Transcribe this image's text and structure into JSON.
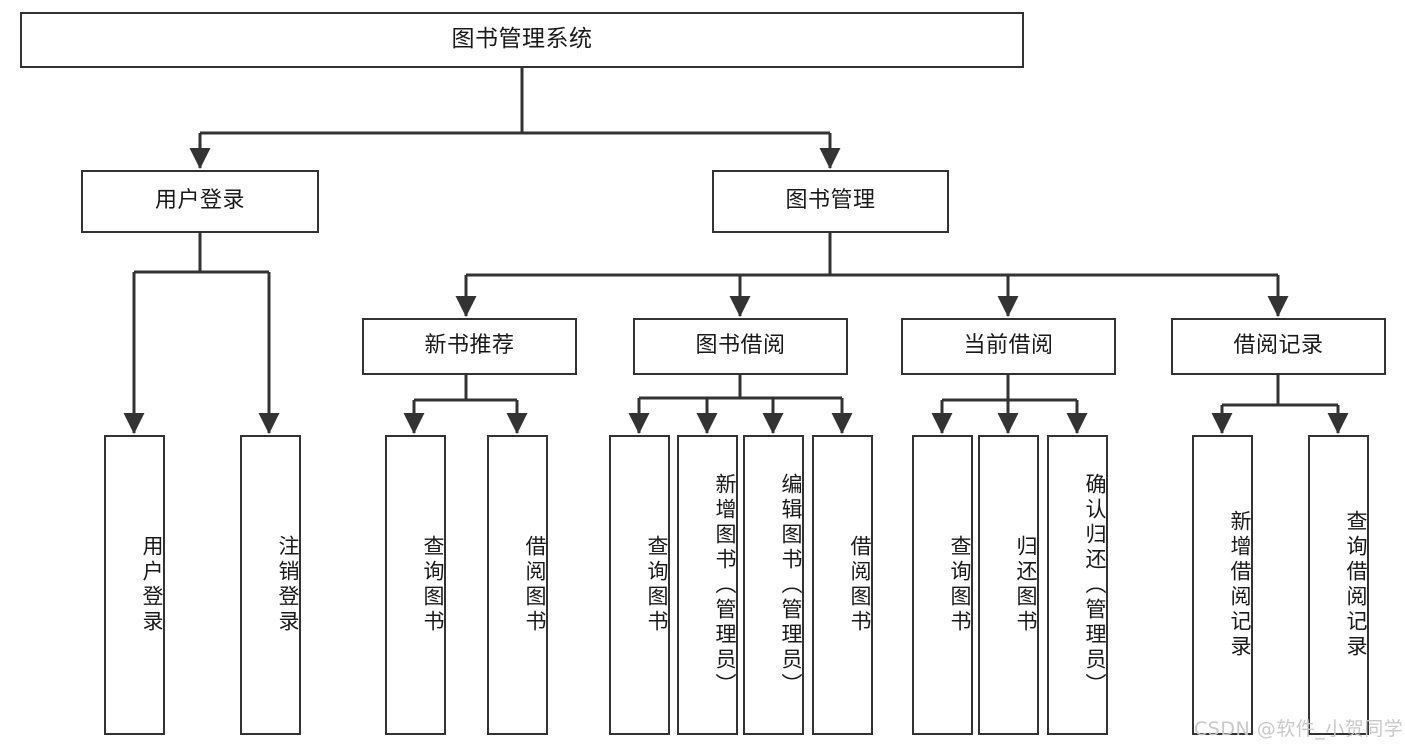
{
  "diagram": {
    "type": "tree-hierarchy",
    "title": "图书管理系统",
    "watermark": "CSDN @软件_小贺同学",
    "colors": {
      "box_border": "#333333",
      "box_fill": "#ffffff",
      "edge": "#333333",
      "text": "#1a1a1a",
      "watermark": "#c9c9c9",
      "background": "#ffffff"
    },
    "levels": {
      "root": "图书管理系统",
      "level1": [
        "用户登录",
        "图书管理"
      ],
      "level2": [
        "新书推荐",
        "图书借阅",
        "当前借阅",
        "借阅记录"
      ]
    },
    "nodes": {
      "root": {
        "label": "图书管理系统"
      },
      "user_login": {
        "label": "用户登录"
      },
      "book_mgmt": {
        "label": "图书管理"
      },
      "new_book_rec": {
        "label": "新书推荐"
      },
      "book_borrow": {
        "label": "图书借阅"
      },
      "current_borrow": {
        "label": "当前借阅"
      },
      "borrow_record": {
        "label": "借阅记录"
      },
      "leaf_user_login": {
        "label": "用户登录"
      },
      "leaf_user_logout": {
        "label": "注销登录"
      },
      "leaf_query_book_a": {
        "label": "查询图书"
      },
      "leaf_borrow_book_a": {
        "label": "借阅图书"
      },
      "leaf_query_book_b": {
        "label": "查询图书"
      },
      "leaf_add_book": {
        "label": "新增图书（管理员）"
      },
      "leaf_edit_book": {
        "label": "编辑图书（管理员）"
      },
      "leaf_borrow_book_b": {
        "label": "借阅图书"
      },
      "leaf_query_book_c": {
        "label": "查询图书"
      },
      "leaf_return_book": {
        "label": "归还图书"
      },
      "leaf_confirm_return": {
        "label": "确认归还（管理员）"
      },
      "leaf_add_record": {
        "label": "新增借阅记录"
      },
      "leaf_query_record": {
        "label": "查询借阅记录"
      }
    },
    "edges": [
      {
        "from": "root",
        "to": "用户登录"
      },
      {
        "from": "root",
        "to": "图书管理"
      },
      {
        "from": "用户登录",
        "to": "用户登录(叶)"
      },
      {
        "from": "用户登录",
        "to": "注销登录"
      },
      {
        "from": "图书管理",
        "to": "新书推荐"
      },
      {
        "from": "图书管理",
        "to": "图书借阅"
      },
      {
        "from": "图书管理",
        "to": "当前借阅"
      },
      {
        "from": "图书管理",
        "to": "借阅记录"
      },
      {
        "from": "新书推荐",
        "to": "查询图书"
      },
      {
        "from": "新书推荐",
        "to": "借阅图书"
      },
      {
        "from": "图书借阅",
        "to": "查询图书"
      },
      {
        "from": "图书借阅",
        "to": "新增图书（管理员）"
      },
      {
        "from": "图书借阅",
        "to": "编辑图书（管理员）"
      },
      {
        "from": "图书借阅",
        "to": "借阅图书"
      },
      {
        "from": "当前借阅",
        "to": "查询图书"
      },
      {
        "from": "当前借阅",
        "to": "归还图书"
      },
      {
        "from": "当前借阅",
        "to": "确认归还（管理员）"
      },
      {
        "from": "借阅记录",
        "to": "新增借阅记录"
      },
      {
        "from": "借阅记录",
        "to": "查询借阅记录"
      }
    ]
  }
}
